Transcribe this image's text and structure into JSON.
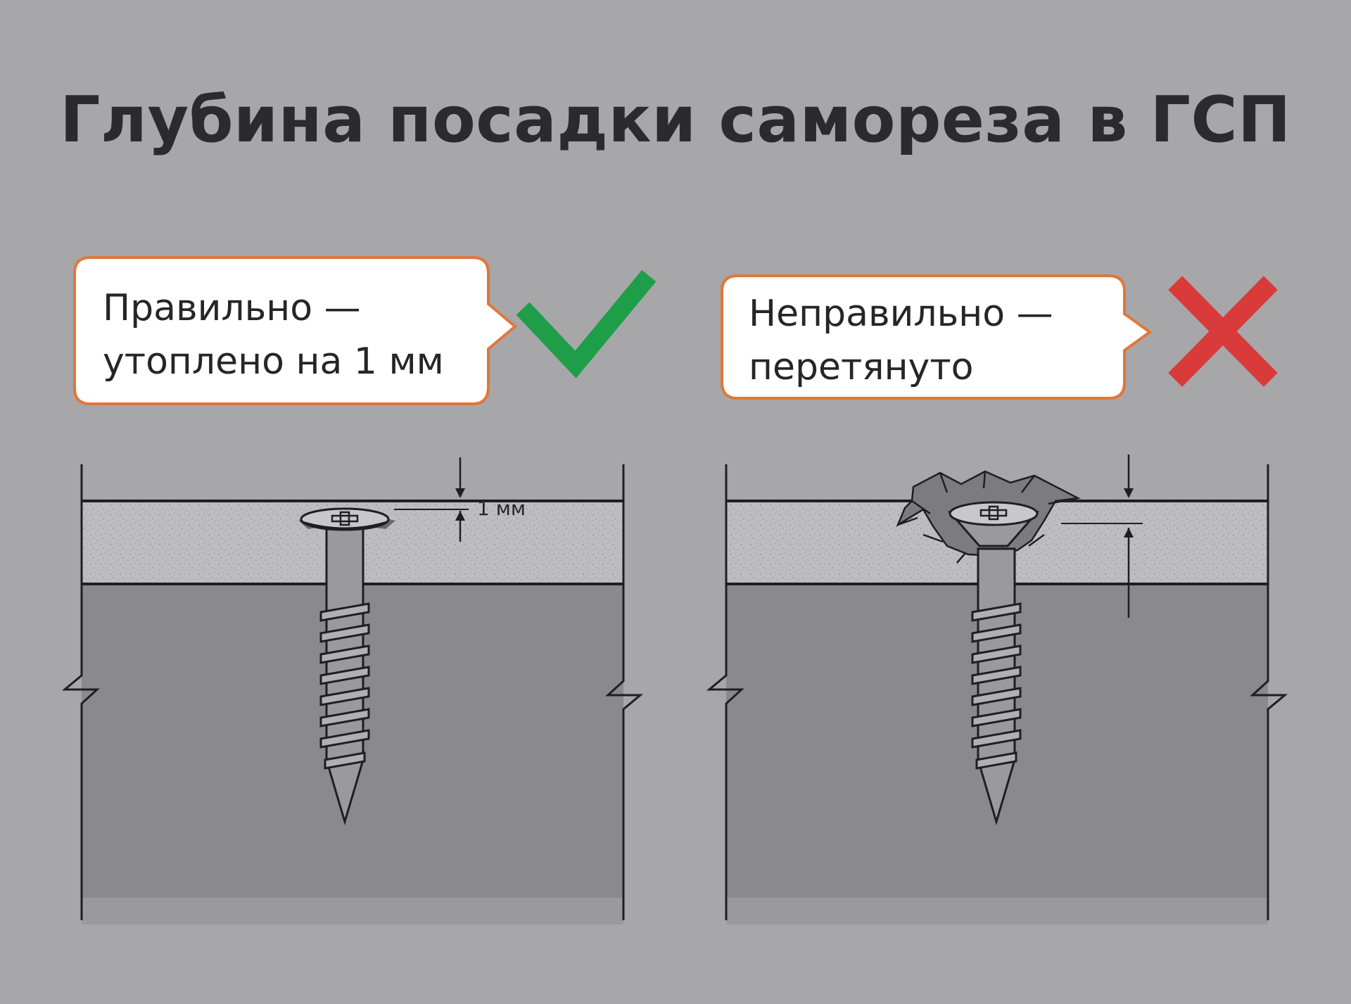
{
  "title": "Глубина посадки самореза в ГСП",
  "correct": {
    "line1": "Правильно —",
    "line2": "утоплено на 1 мм",
    "mark": "check-icon",
    "dimension_label": "1 мм"
  },
  "incorrect": {
    "line1": "Неправильно —",
    "line2": "перетянуто",
    "mark": "cross-icon"
  },
  "colors": {
    "background": "#a7a7aa",
    "callout_border": "#e0773a",
    "check": "#1e9e48",
    "cross": "#d93a3a",
    "board": "#bdbdbf",
    "base": "#8a8a8d",
    "screw": "#9a9a9c"
  }
}
